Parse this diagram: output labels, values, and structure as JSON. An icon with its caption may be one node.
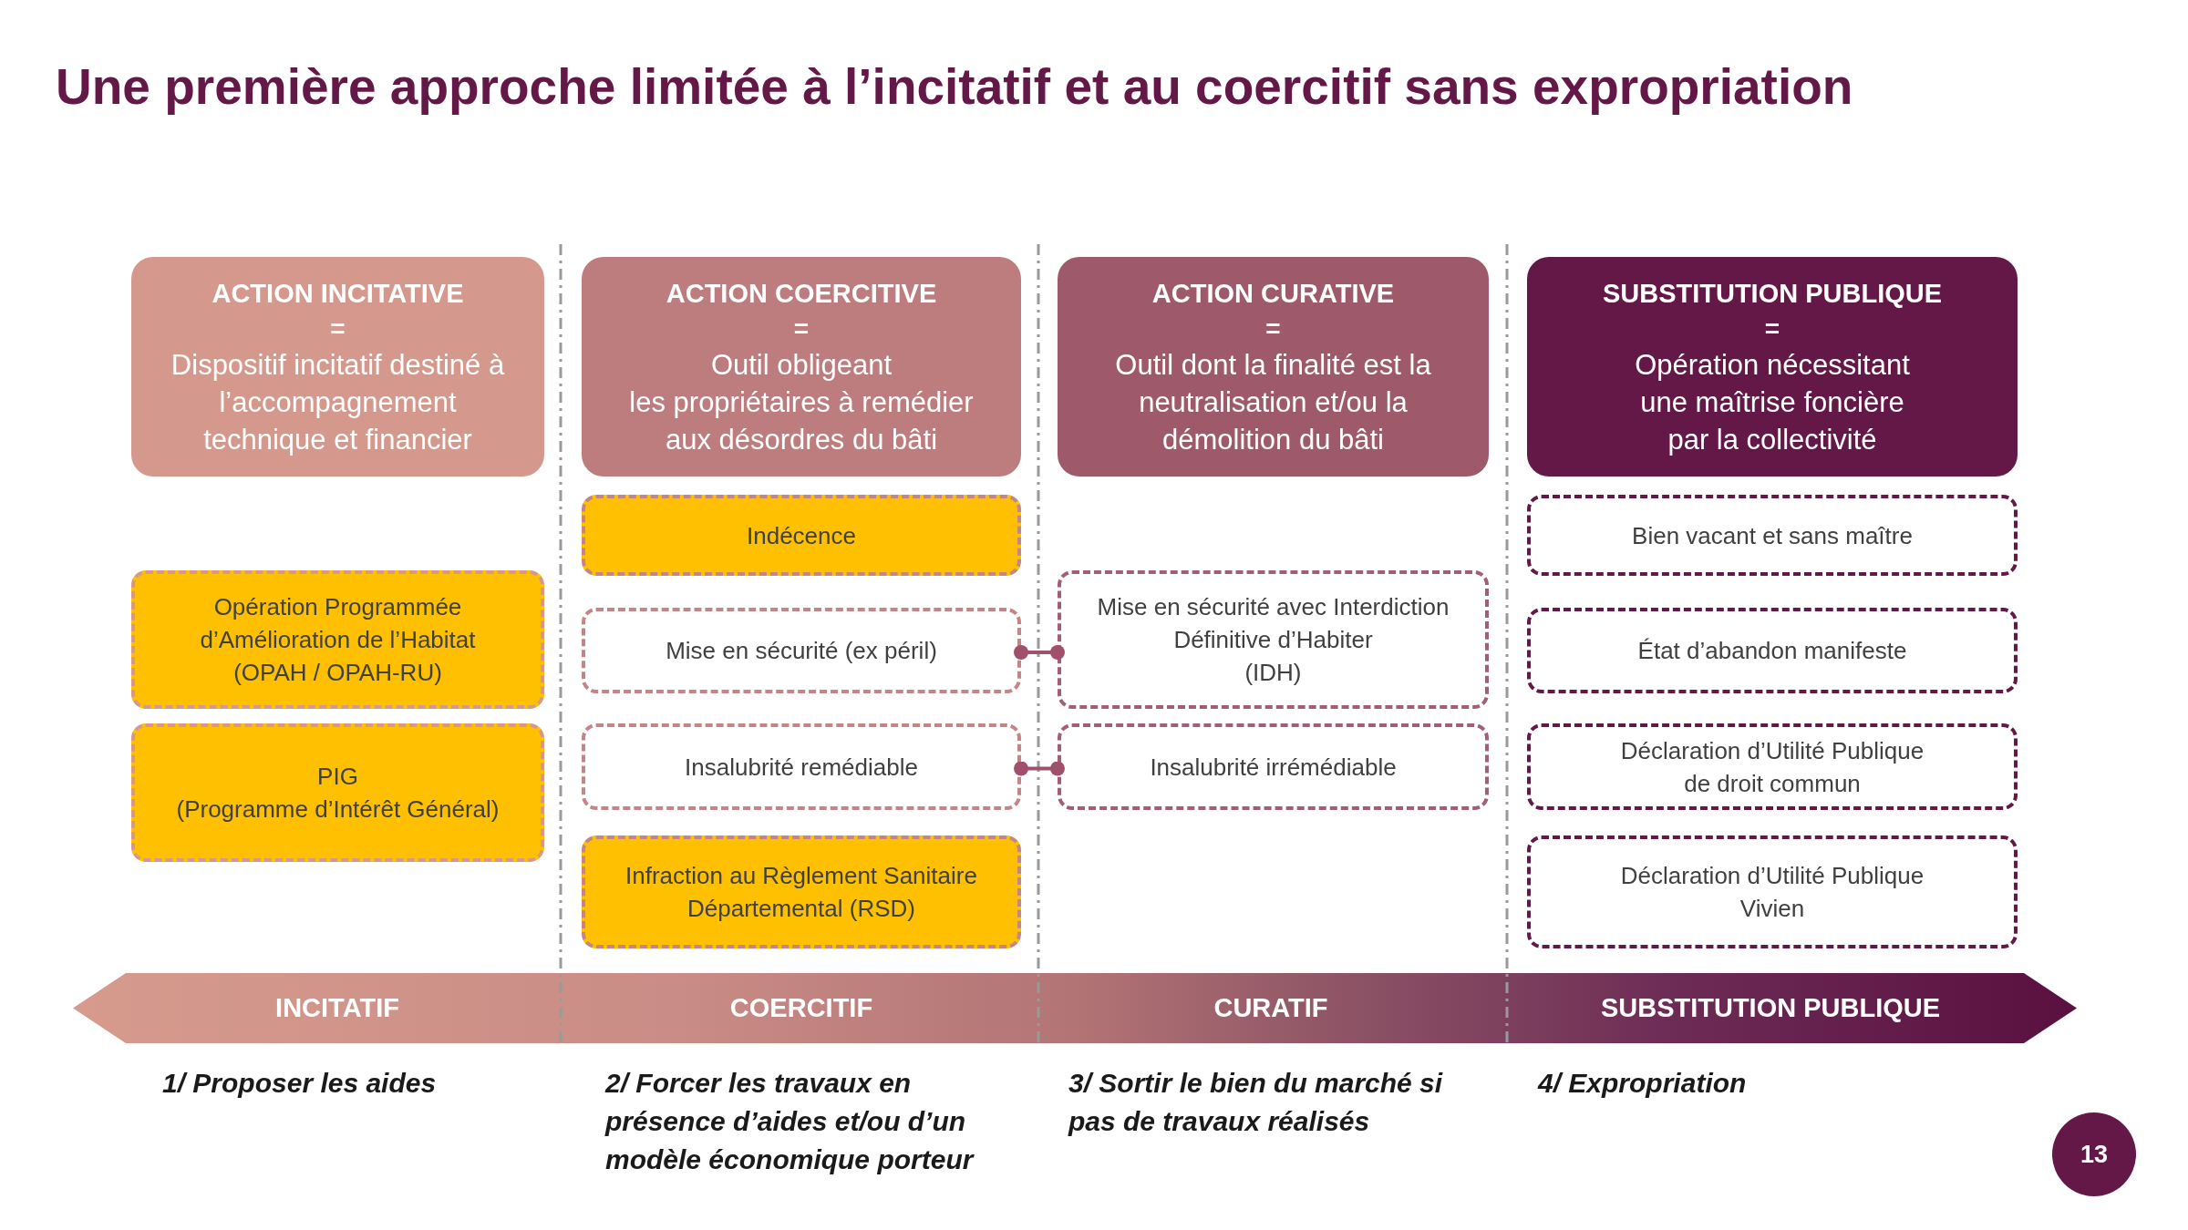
{
  "diagram": {
    "title": "Une première approche limitée à l’incitatif et au coercitif sans expropriation",
    "nodes": [
      {
        "text": [
          "ACTION INCITATIVE",
          "=",
          "Dispositif incitatif destiné à l’accompagnement technique et financier"
        ]
      },
      {
        "text": [
          "Opération Programmée d’Amélioration de l’Habitat (OPAH / OPAH-RU)"
        ]
      },
      {
        "text": [
          "PIG (Programme d’Intérêt Général)"
        ]
      },
      {
        "text": [
          "ACTION COERCITIVE",
          "=",
          "Outil obligeant les propriétaires à remédier aux désordres du bâti"
        ]
      },
      {
        "text": [
          "Indécence"
        ]
      },
      {
        "text": [
          "Mise en sécurité (ex péril)"
        ]
      },
      {
        "text": [
          "Insalubrité remédiable"
        ]
      },
      {
        "text": [
          "Infraction au Règlement Sanitaire Départemental (RSD)"
        ]
      },
      {
        "text": [
          "ACTION CURATIVE",
          "=",
          "Outil dont la finalité est la neutralisation et/ou la démolition du bâti"
        ]
      },
      {
        "text": [
          "Mise en sécurité avec Interdiction Définitive d’Habiter (IDH)"
        ]
      },
      {
        "text": [
          "Insalubrité irrémédiable"
        ]
      },
      {
        "text": [
          "SUBSTITUTION PUBLIQUE",
          "=",
          "Opération nécessitant une maîtrise foncière par la collectivité"
        ]
      },
      {
        "text": [
          "Bien vacant et sans maître"
        ]
      },
      {
        "text": [
          "État d’abandon manifeste"
        ]
      },
      {
        "text": [
          "Déclaration d’Utilité Publique de droit commun"
        ]
      },
      {
        "text": [
          "Déclaration d’Utilité Publique Vivien"
        ]
      },
      {
        "text": [
          "INCITATIF",
          "COERCITIF",
          "CURATIF",
          "SUBSTITUTION PUBLIQUE"
        ]
      },
      {
        "text": [
          "13"
        ]
      }
    ],
    "edges": [
      {
        "from": 5,
        "to": 9,
        "arrow": "other"
      },
      {
        "from": 6,
        "to": 10,
        "arrow": "other"
      }
    ],
    "labels": [
      "1/ Proposer les aides",
      "2/ Forcer les travaux en présence d’aides et/ou d’un modèle économique porteur",
      "3/ Sortir le bien du marché si pas de travaux réalisés",
      "4/ Expropriation"
    ]
  }
}
